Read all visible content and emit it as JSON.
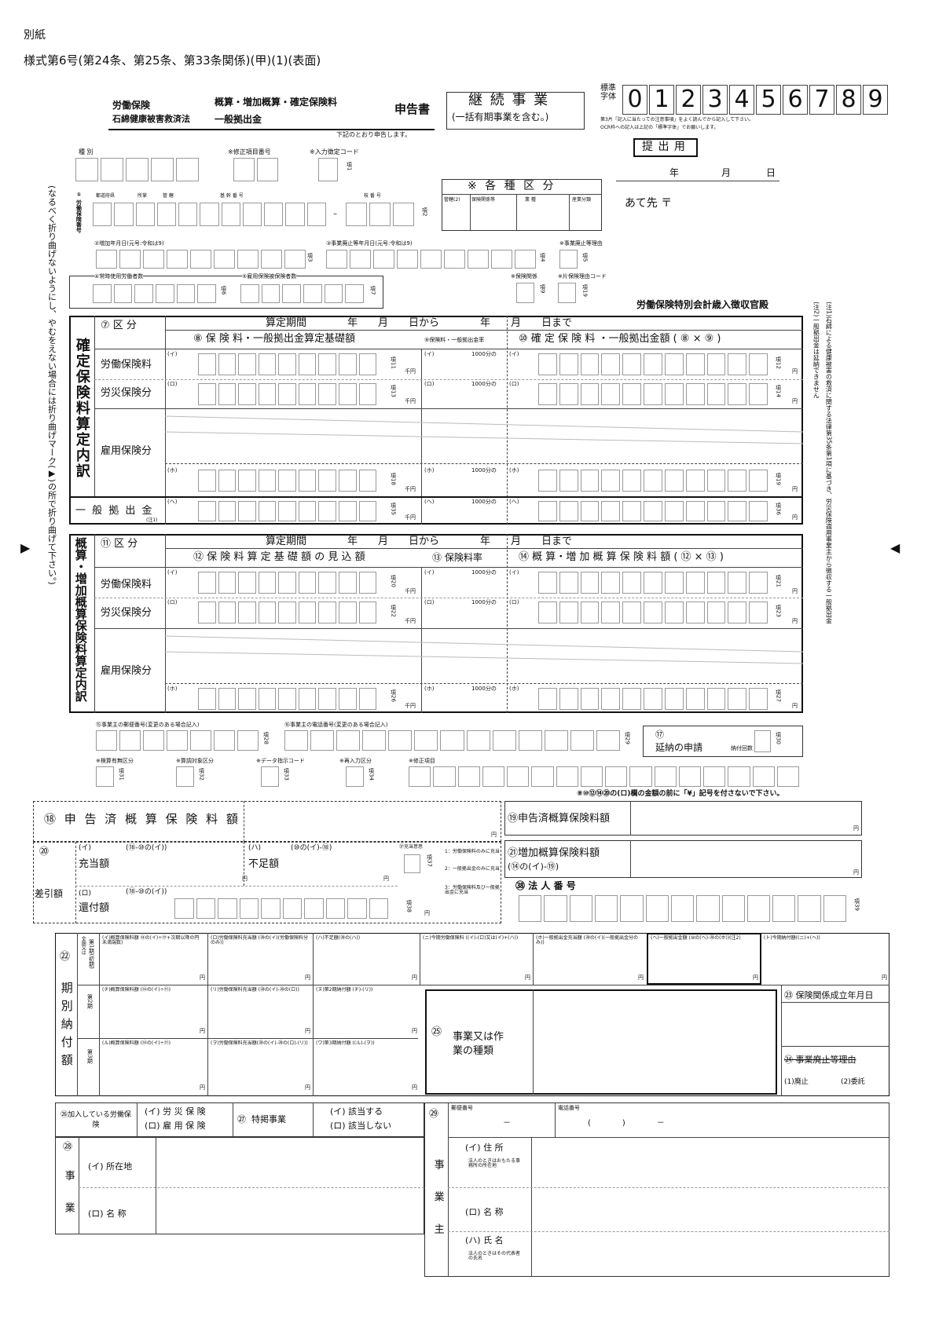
{
  "header": {
    "annex": "別紙",
    "form_title": "様式第6号(第24条、第25条、第33条関係)(甲)(1)(表面)",
    "law1": "労働保険",
    "law2": "石綿健康被害救済法",
    "kind1": "概算・増加概算・確定保険料",
    "kind2": "一般拠出金",
    "report": "申告書",
    "continuing": "継 続 事 業",
    "continuing_sub": "(一括有期事業を含む。)",
    "std_label": "標準字体",
    "std_digits": [
      "0",
      "1",
      "2",
      "3",
      "4",
      "5",
      "6",
      "7",
      "8",
      "9"
    ],
    "note1": "第3片「記入に当たっての注意事項」をよく読んでから記入して下さい。",
    "note2": "OCR枠への記入は上記の「標準字体」でお願いします。",
    "submit": "提 出 用",
    "below_note": "下記のとおり申告します。",
    "date_year": "年",
    "date_month": "月",
    "date_day": "日",
    "addressee": "あて先 〒",
    "office": "労働保険特別会計歳入徴収官殿"
  },
  "top_fields": {
    "type": "種 別",
    "fix_no": "※修正項目番号",
    "input_code": "※入力徴定コード",
    "item1": "項1",
    "insurance_no_label": "① 労働保険番号",
    "prefecture": "都道府県",
    "jurisdiction": "所掌",
    "office_code": "管 轄",
    "base_no": "基 幹 番 号",
    "branch_no": "枝 番 号",
    "item2": "項2",
    "category_title": "※ 各 種 区 分",
    "cat_cols": [
      "管轄(2)",
      "保険関係等",
      "業 種",
      "産業分類"
    ],
    "inc_date": "②増加年月日(元号:令和は9)",
    "abolish_date": "③事業廃止等年月日(元号:令和は9)",
    "abolish_reason": "※事業廃止等理由",
    "item3": "項3",
    "item4": "項4",
    "item5": "項5",
    "regular_workers": "④常時使用労働者数",
    "employment_insured": "⑤雇用保険被保険者数",
    "item6": "項6",
    "item7": "項7",
    "ins_rel": "※保険関係",
    "partial_code": "※片保険理由コード",
    "item9": "項9",
    "item19": "項19"
  },
  "side_note_left": "(なるべく折り曲げないようにし、やむをえない場合には折り曲げマーク(▶)の所で折り曲げて下さい。)",
  "side_note_right": "(注1)石綿による健康被害の救済に関する法律第35条第1項に基づき、労災保険適用事業主から徴収する一般拠出金",
  "side_note_right2": "(注2)一般拠出金は延納できません",
  "confirmed": {
    "side_title": "確定保険料算定内訳",
    "col7": "⑦ 区 分",
    "period": "算定期間　　　　年　　月　　日から　　　　年　　月　　日まで",
    "col8": "⑧ 保 険 料・一般拠出金算定基礎額",
    "col9": "⑨保険料・一般拠出金率",
    "col10": "⑩ 確 定 保 険 料 ・一般拠出金額 ( ⑧ × ⑨ )",
    "rows": [
      {
        "label": "労働保険料",
        "mark": "(イ)",
        "item_a": "項11",
        "item_b": "項12",
        "rate": "1000分の"
      },
      {
        "label": "労災保険分",
        "mark": "(ロ)",
        "item_a": "項13",
        "item_b": "項14",
        "rate": "1000分の"
      },
      {
        "label": "雇用保険分",
        "mark": "(ホ)",
        "item_a": "項18",
        "item_b": "項19",
        "rate": "1000分の"
      }
    ],
    "general": "一 般 拠 出 金",
    "general_note": "(注1)",
    "general_mark": "(ヘ)",
    "general_item_a": "項35",
    "general_item_b": "項36",
    "thousand_yen": "千円",
    "yen": "円"
  },
  "estimated": {
    "side_title": "概算・増加概算保険料算定内訳",
    "col11": "⑪ 区 分",
    "period": "算定期間　　　　年　　月　　日から　　　　年　　月　　日まで",
    "col12": "⑫ 保 険 料 算 定 基 礎 額 の 見 込 額",
    "col13": "⑬ 保険料率",
    "col14": "⑭ 概 算・増 加 概 算 保 険 料 額 ( ⑫ × ⑬ )",
    "rows": [
      {
        "label": "労働保険料",
        "mark": "(イ)",
        "item_a": "項20",
        "item_b": "項21",
        "rate": "1000分の"
      },
      {
        "label": "労災保険分",
        "mark": "(ロ)",
        "item_a": "項22",
        "item_b": "項23",
        "rate": "1000分の"
      },
      {
        "label": "雇用保険分",
        "mark": "(ホ)",
        "item_a": "項26",
        "item_b": "項27",
        "rate": "1000分の"
      }
    ]
  },
  "contact": {
    "postal": "⑮事業主の郵便番号(変更のある場合記入)",
    "phone": "⑯事業主の電話番号(変更のある場合記入)",
    "item28": "項28",
    "item29": "項29",
    "deferral_no": "⑰",
    "deferral": "延納の申請",
    "deferral_count": "納付回数",
    "item30": "項30",
    "check": "※検算有無区分",
    "calc_target": "※算調対象区分",
    "data_code": "※データ指示コード",
    "reinput": "※再入力区分",
    "fix_item": "※修正項目",
    "item31": "項31",
    "item32": "項32",
    "item33": "項33",
    "item34": "項34",
    "yen_note": "⑧⑩⑫⑭⑳の(ロ)欄の金額の前に「¥」記号を付さないで下さい。"
  },
  "summary": {
    "s18": "⑱ 申 告 済 概 算 保 険 料 額",
    "s19": "⑲申告済概算保険料額",
    "s20": "⑳",
    "diff": "差引額",
    "appr_mark": "(イ)",
    "appr": "充当額",
    "appr_formula": "(⑱-⑩の(イ))",
    "short_mark": "(ハ)",
    "short": "不足額",
    "short_formula": "(⑩の(イ)-⑱)",
    "ref_mark": "(ロ)",
    "ref": "還付額",
    "ref_formula": "(⑱-⑩の(イ))",
    "intent": "㊲充当意思",
    "item37": "項37",
    "item38": "項38",
    "intent_opts": [
      "1：労働保険料のみに充当",
      "2：一般拠出金のみに充当",
      "3：労働保険料及び一般拠出金に充当"
    ],
    "s21": "㉑増加概算保険料額",
    "s21_formula": "(⑭の(イ)-⑲)",
    "corp_no": "㊳ 法 人 番 号",
    "item39": "項39",
    "yen": "円"
  },
  "installment": {
    "title": "期別納付額",
    "no": "㉒",
    "p1": "第1期(初期)",
    "p1_sub": "全期又は",
    "p2": "第2期",
    "p3": "第3期",
    "r1": [
      "(イ)概算保険料額 ⑭の(イ)÷⑰+次期以降の円未満端数)",
      "(ロ)労働保険料充当額 (⑳の(イ)(労働保険料分のみ))",
      "(ハ)不足額(⑳の(ハ))",
      "(ニ)今期労働保険料 ((イ)-(ロ)又は(イ)+(ハ))",
      "(ホ)一般拠出金充当額 (⑳の(イ)(一般拠出金分のみ))",
      "(ヘ)一般拠出金額 (⑩の(ヘ)-⑳の(ホ))(注2)",
      "(ト)今期納付額((ニ)+(ヘ))"
    ],
    "r2": [
      "(チ)概算保険料額 (⑭の(イ)÷⑰)",
      "(リ)労働保険料充当額 (⑳の(イ)-⑳の(ロ))",
      "(ヌ)第2期納付額 (チ)-(リ))"
    ],
    "r3": [
      "(ル)概算保険料額 (⑭の(イ)÷⑰)",
      "(ヲ)労働保険料充当額(⑳の(イ)-⑳の(ロ)-(リ))",
      "(ワ)第3期納付額 ((ル)-(ヲ))"
    ],
    "yen": "円",
    "business_type_no": "㉕",
    "business_type": "事業又は作業の種類",
    "established": "㉓ 保険関係成立年月日",
    "abolish": "㉔ 事業廃止等理由",
    "abolish_opts": [
      "(1)廃止",
      "(2)委託"
    ]
  },
  "bottom": {
    "joined": "㉖加入している労働保険",
    "joined_opts": [
      "(イ) 労 災 保 険",
      "(ロ) 雇 用 保 険"
    ],
    "special_no": "㉗",
    "special": "特掲事業",
    "special_opts": [
      "(イ) 該当する",
      "(ロ) 該当しない"
    ],
    "no28": "㉘",
    "biz": "事 業",
    "loc": "(イ) 所在地",
    "name": "(ロ) 名 称",
    "no29": "㉙",
    "owner": "事 業 主",
    "postal": "郵便番号",
    "phone": "電話番号",
    "phone_fmt": "(　　　　)　　　　－",
    "addr": "(イ) 住 所",
    "addr_note": "法人のときはおもたる事務所の所在地",
    "oname": "(ロ) 名 称",
    "person": "(ハ) 氏 名",
    "person_note": "法人のときはその代表者の氏名"
  }
}
